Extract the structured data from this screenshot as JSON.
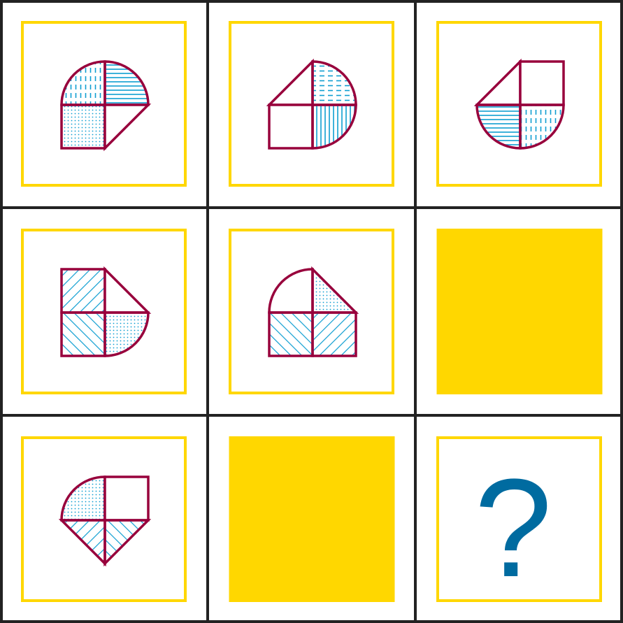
{
  "colors": {
    "grid_line": "#222222",
    "frame": "#ffd700",
    "shape_outline": "#98003c",
    "hatch": "#0e9ed1",
    "placeholder": "#ffd700",
    "question": "#006ba0"
  },
  "question_text": "?",
  "cells": [
    {
      "id": "r1c1",
      "kind": "shape",
      "quadrants": {
        "tl": {
          "shape": "arc",
          "fill": "vdash"
        },
        "tr": {
          "shape": "arc",
          "fill": "hlines"
        },
        "bl": {
          "shape": "square",
          "fill": "dots"
        },
        "br": {
          "shape": "triangle",
          "fill": "none"
        }
      }
    },
    {
      "id": "r1c2",
      "kind": "shape",
      "quadrants": {
        "tl": {
          "shape": "triangle",
          "fill": "none"
        },
        "tr": {
          "shape": "arc",
          "fill": "hdash"
        },
        "bl": {
          "shape": "square",
          "fill": "none"
        },
        "br": {
          "shape": "arc",
          "fill": "vlines"
        }
      }
    },
    {
      "id": "r1c3",
      "kind": "shape",
      "quadrants": {
        "tl": {
          "shape": "triangle",
          "fill": "none"
        },
        "tr": {
          "shape": "square",
          "fill": "none"
        },
        "bl": {
          "shape": "arc",
          "fill": "hlines"
        },
        "br": {
          "shape": "arc",
          "fill": "vdash"
        }
      }
    },
    {
      "id": "r2c1",
      "kind": "shape",
      "quadrants": {
        "tl": {
          "shape": "square",
          "fill": "diag_up"
        },
        "tr": {
          "shape": "triangle",
          "fill": "none"
        },
        "bl": {
          "shape": "square",
          "fill": "diag_down"
        },
        "br": {
          "shape": "arc",
          "fill": "dots"
        }
      }
    },
    {
      "id": "r2c2",
      "kind": "shape",
      "quadrants": {
        "tl": {
          "shape": "arc",
          "fill": "none"
        },
        "tr": {
          "shape": "triangle",
          "fill": "dots"
        },
        "bl": {
          "shape": "square",
          "fill": "diag_down"
        },
        "br": {
          "shape": "square",
          "fill": "diag_up"
        }
      }
    },
    {
      "id": "r2c3",
      "kind": "placeholder"
    },
    {
      "id": "r3c1",
      "kind": "shape",
      "quadrants": {
        "tl": {
          "shape": "arc",
          "fill": "dots"
        },
        "tr": {
          "shape": "square",
          "fill": "none"
        },
        "bl": {
          "shape": "triangle",
          "fill": "diag_up"
        },
        "br": {
          "shape": "triangle",
          "fill": "diag_down"
        }
      }
    },
    {
      "id": "r3c2",
      "kind": "placeholder"
    },
    {
      "id": "r3c3",
      "kind": "question"
    }
  ]
}
